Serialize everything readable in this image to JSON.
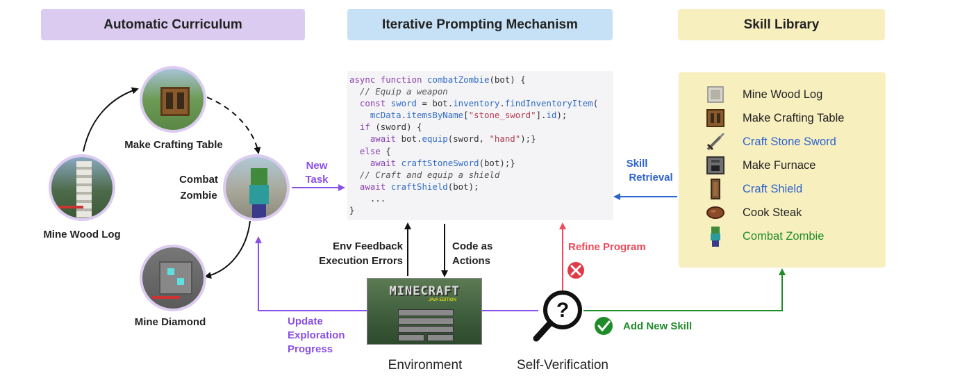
{
  "headers": {
    "curriculum": "Automatic Curriculum",
    "iterative": "Iterative Prompting Mechanism",
    "library": "Skill Library"
  },
  "curriculum": {
    "mine_wood_log": "Mine Wood Log",
    "make_crafting_table": "Make Crafting Table",
    "combat_zombie_line1": "Combat",
    "combat_zombie_line2": "Zombie",
    "mine_diamond": "Mine Diamond"
  },
  "arrows": {
    "new_task_line1": "New",
    "new_task_line2": "Task",
    "skill_retrieval_line1": "Skill",
    "skill_retrieval_line2": "Retrieval",
    "env_feedback_line1": "Env Feedback",
    "env_feedback_line2": "Execution Errors",
    "code_actions_line1": "Code as",
    "code_actions_line2": "Actions",
    "refine_program": "Refine Program",
    "update_line1": "Update",
    "update_line2": "Exploration",
    "update_line3": "Progress",
    "add_new_skill": "Add New Skill"
  },
  "bottom": {
    "environment": "Environment",
    "self_verification": "Self-Verification",
    "minecraft_logo": "MINECRAFT",
    "minecraft_edition": "JAVA EDITION"
  },
  "code": [
    {
      "parts": [
        [
          "kw",
          "async "
        ],
        [
          "kw",
          "function "
        ],
        [
          "fn",
          "combatZombie"
        ],
        [
          "",
          "(bot) {"
        ]
      ]
    },
    {
      "parts": [
        [
          "cm",
          "  // Equip a weapon"
        ]
      ]
    },
    {
      "parts": [
        [
          "kw",
          "  const "
        ],
        [
          "vr",
          "sword"
        ],
        [
          "",
          " = bot."
        ],
        [
          "vr",
          "inventory"
        ],
        [
          "",
          "."
        ],
        [
          "fn",
          "findInventoryItem"
        ],
        [
          "",
          "("
        ]
      ]
    },
    {
      "parts": [
        [
          "",
          "    "
        ],
        [
          "vr",
          "mcData"
        ],
        [
          "",
          "."
        ],
        [
          "fn",
          "itemsByName"
        ],
        [
          "",
          "["
        ],
        [
          "str",
          "\"stone_sword\""
        ],
        [
          "",
          "]."
        ],
        [
          "vr",
          "id"
        ],
        [
          "",
          ");"
        ]
      ]
    },
    {
      "parts": [
        [
          "kw",
          "  if "
        ],
        [
          "",
          "(sword) {"
        ]
      ]
    },
    {
      "parts": [
        [
          "kw",
          "    await "
        ],
        [
          "",
          "bot."
        ],
        [
          "fn",
          "equip"
        ],
        [
          "",
          "(sword, "
        ],
        [
          "str",
          "\"hand\""
        ],
        [
          "",
          ");}"
        ]
      ]
    },
    {
      "parts": [
        [
          "kw",
          "  else "
        ],
        [
          "",
          "{"
        ]
      ]
    },
    {
      "parts": [
        [
          "kw",
          "    await "
        ],
        [
          "fn",
          "craftStoneSword"
        ],
        [
          "",
          "(bot);}"
        ]
      ]
    },
    {
      "parts": [
        [
          "cm",
          "  // Craft and equip a shield"
        ]
      ]
    },
    {
      "parts": [
        [
          "kw",
          "  await "
        ],
        [
          "fn",
          "craftShield"
        ],
        [
          "",
          "(bot);"
        ]
      ]
    },
    {
      "parts": [
        [
          "",
          "    ..."
        ]
      ]
    },
    {
      "parts": [
        [
          "",
          "}"
        ]
      ]
    }
  ],
  "skills": [
    {
      "label": "Mine Wood  Log",
      "color": "black",
      "icon": "wood-log-icon"
    },
    {
      "label": "Make Crafting Table",
      "color": "black",
      "icon": "crafting-table-icon"
    },
    {
      "label": "Craft Stone Sword",
      "color": "blue",
      "icon": "stone-sword-icon"
    },
    {
      "label": "Make Furnace",
      "color": "black",
      "icon": "furnace-icon"
    },
    {
      "label": "Craft Shield",
      "color": "blue",
      "icon": "shield-icon"
    },
    {
      "label": "Cook Steak",
      "color": "black",
      "icon": "steak-icon"
    },
    {
      "label": "Combat Zombie",
      "color": "green",
      "icon": "zombie-icon"
    }
  ],
  "colors": {
    "purple": "#8a4fe6",
    "blue": "#2e63cf",
    "red": "#ee4a5a",
    "green": "#1f8c2a",
    "curriculum_bg": "#dccbf1",
    "iterative_bg": "#c6e1f5",
    "library_bg": "#f8efbf"
  }
}
